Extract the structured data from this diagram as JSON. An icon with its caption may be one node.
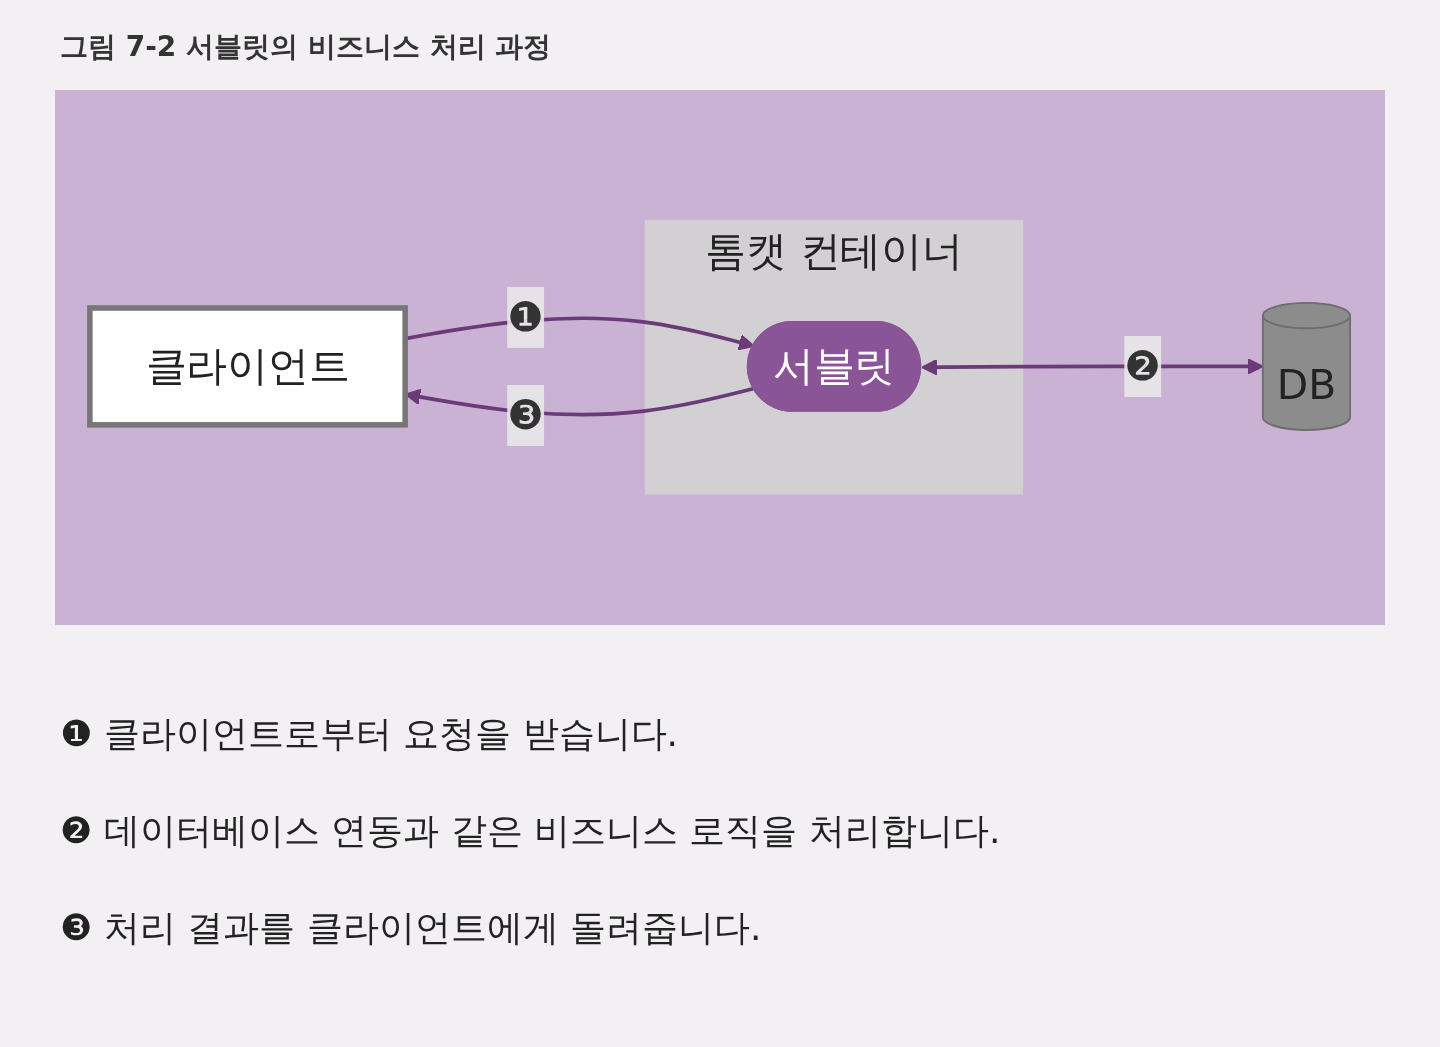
{
  "diagram": {
    "title": "그림 7-2 서블릿의 비즈니스 처리 과정",
    "nodes": [
      {
        "text": [
          "클라이언트"
        ]
      },
      {
        "text": [
          "톰캣 컨테이너"
        ]
      },
      {
        "text": [
          "서블릿"
        ],
        "in": 1
      },
      {
        "text": [
          "DB"
        ]
      }
    ],
    "edges": [
      {
        "from": 0,
        "to": 2,
        "arrow": "to",
        "label": "❶"
      },
      {
        "from": 2,
        "to": 3,
        "arrow": "both",
        "label": "❷"
      },
      {
        "from": 2,
        "to": 0,
        "arrow": "to",
        "label": "❸"
      }
    ],
    "labels": [
      "❶ 클라이언트로부터 요청을 받습니다.",
      "❷ 데이터베이스 연동과 같은 비즈니스 로직을 처리합니다.",
      "❸ 처리 결과를 클라이언트에게 돌려줍니다."
    ]
  }
}
